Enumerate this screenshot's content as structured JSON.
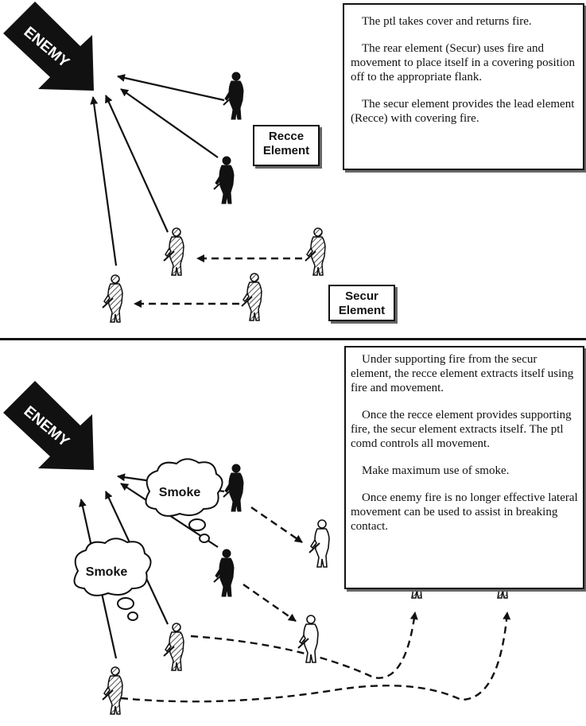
{
  "top": {
    "enemy_label": "ENEMY",
    "recce_label": [
      "Recce",
      "Element"
    ],
    "secur_label": [
      "Secur",
      "Element"
    ],
    "paragraphs": [
      "The ptl takes cover and returns fire.",
      "The rear element (Secur) uses fire and movement to place itself in a covering position off to the appropriate flank.",
      "The secur element provides the lead element (Recce) with covering fire."
    ]
  },
  "bottom": {
    "enemy_label": "ENEMY",
    "smoke_labels": [
      "Smoke",
      "Smoke"
    ],
    "paragraphs": [
      "Under supporting fire from the secur element, the recce element extracts itself using fire and movement.",
      "Once the recce element provides supporting fire, the secur element extracts itself. The ptl comd controls all movement.",
      "Make maximum use of smoke.",
      "Once enemy fire is no longer effective lateral movement can be used to assist in breaking contact."
    ]
  },
  "colors": {
    "ink": "#111111",
    "shadow": "#666666",
    "hatch": "#333333",
    "paper": "#ffffff"
  }
}
